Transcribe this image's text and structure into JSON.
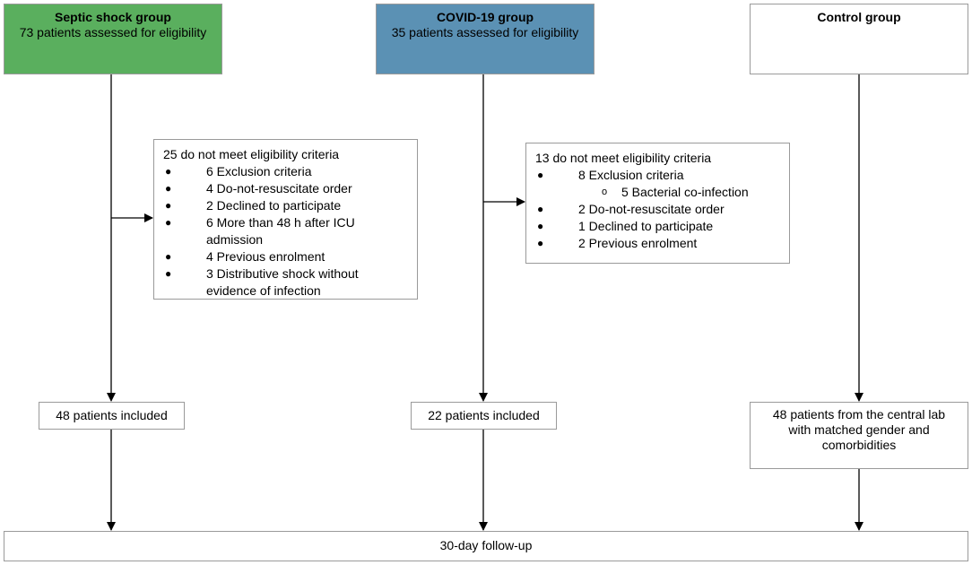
{
  "colors": {
    "septic_fill": "#5aaf5e",
    "covid_fill": "#5b91b4",
    "control_fill": "#ffffff",
    "border": "#9a9a9a",
    "arrow": "#000000"
  },
  "septic": {
    "title": "Septic shock group",
    "assessed": "73 patients assessed for eligibility",
    "exclusion": {
      "heading": "25 do not meet eligibility criteria",
      "items": [
        "6 Exclusion criteria",
        "4 Do-not-resuscitate order",
        "2 Declined to participate",
        "6 More than 48 h after ICU admission",
        "4 Previous enrolment",
        "3 Distributive shock without evidence of infection"
      ]
    },
    "included": "48 patients included"
  },
  "covid": {
    "title": "COVID-19 group",
    "assessed": "35 patients assessed for eligibility",
    "exclusion": {
      "heading": "13 do not meet eligibility criteria",
      "items": [
        "8 Exclusion criteria",
        "5 Bacterial co-infection",
        "2 Do-not-resuscitate order",
        "1 Declined to participate",
        "2 Previous enrolment"
      ]
    },
    "included": "22 patients included"
  },
  "control": {
    "title": "Control group",
    "included": "48 patients from the central lab with matched gender and comorbidities"
  },
  "followup": "30-day follow-up",
  "bullets": {
    "filled": "●",
    "hollow": "o"
  }
}
